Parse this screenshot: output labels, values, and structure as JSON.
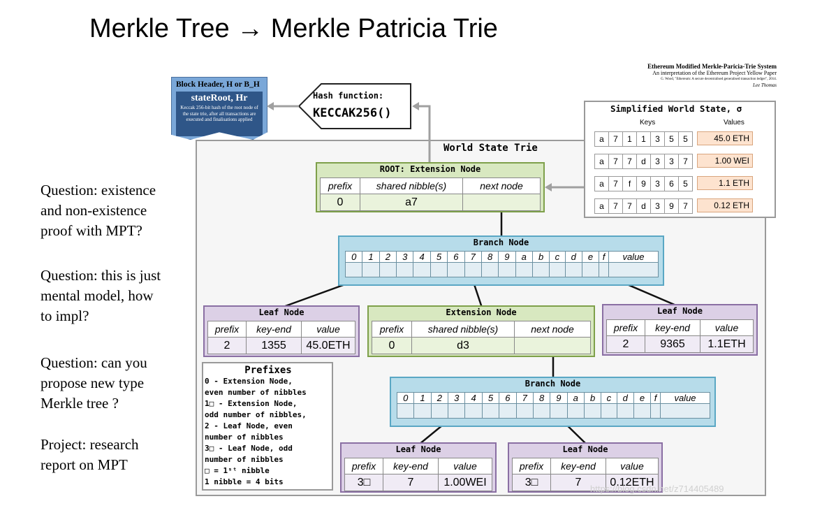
{
  "title": "Merkle Tree → Merkle Patricia Trie",
  "questions": [
    "Question: existence\nand non-existence\nproof with MPT?",
    "Question: this is just\nmental model, how\nto impl?",
    "Question: can you\npropose new type\nMerkle tree ?",
    "Project: research\nreport on MPT"
  ],
  "header": {
    "system_title": "Ethereum Modified Merkle-Paricia-Trie System",
    "subtitle": "An interpretation of the Ethereum Project Yellow Paper",
    "citation": "G. Wood, \"Ethereum: A secure decentralised generalised transaction ledger\", 2014.",
    "author": "Lee Thomas"
  },
  "block_header": {
    "label": "Block Header, H or B_H",
    "state_root": "stateRoot, Hr",
    "description": "Keccak 256-bit hash of the root node of the state trie, after all transactions are executed and finalisations applied"
  },
  "hash_function": {
    "label": "Hash function:",
    "name": "KECCAK256()"
  },
  "world_state_trie_title": "World State Trie",
  "simplified_world_state": {
    "title": "Simplified World State, σ",
    "keys_label": "Keys",
    "values_label": "Values",
    "rows": [
      {
        "key": [
          "a",
          "7",
          "1",
          "1",
          "3",
          "5",
          "5"
        ],
        "value": "45.0 ETH"
      },
      {
        "key": [
          "a",
          "7",
          "7",
          "d",
          "3",
          "3",
          "7"
        ],
        "value": "1.00 WEI"
      },
      {
        "key": [
          "a",
          "7",
          "f",
          "9",
          "3",
          "6",
          "5"
        ],
        "value": "1.1 ETH"
      },
      {
        "key": [
          "a",
          "7",
          "7",
          "d",
          "3",
          "9",
          "7"
        ],
        "value": "0.12 ETH"
      }
    ]
  },
  "root_node": {
    "title": "ROOT: Extension Node",
    "headers": [
      "prefix",
      "shared nibble(s)",
      "next node"
    ],
    "values": [
      "0",
      "a7",
      ""
    ]
  },
  "branch_node_1": {
    "title": "Branch Node",
    "labels": [
      "0",
      "1",
      "2",
      "3",
      "4",
      "5",
      "6",
      "7",
      "8",
      "9",
      "a",
      "b",
      "c",
      "d",
      "e",
      "f",
      "value"
    ]
  },
  "leaf_left": {
    "title": "Leaf Node",
    "headers": [
      "prefix",
      "key-end",
      "value"
    ],
    "values": [
      "2",
      "1355",
      "45.0ETH"
    ]
  },
  "extension_mid": {
    "title": "Extension Node",
    "headers": [
      "prefix",
      "shared nibble(s)",
      "next node"
    ],
    "values": [
      "0",
      "d3",
      ""
    ]
  },
  "leaf_right": {
    "title": "Leaf Node",
    "headers": [
      "prefix",
      "key-end",
      "value"
    ],
    "values": [
      "2",
      "9365",
      "1.1ETH"
    ]
  },
  "branch_node_2": {
    "title": "Branch Node",
    "labels": [
      "0",
      "1",
      "2",
      "3",
      "4",
      "5",
      "6",
      "7",
      "8",
      "9",
      "a",
      "b",
      "c",
      "d",
      "e",
      "f",
      "value"
    ]
  },
  "leaf_bottom_left": {
    "title": "Leaf Node",
    "headers": [
      "prefix",
      "key-end",
      "value"
    ],
    "values": [
      "3□",
      "7",
      "1.00WEI"
    ]
  },
  "leaf_bottom_right": {
    "title": "Leaf Node",
    "headers": [
      "prefix",
      "key-end",
      "value"
    ],
    "values": [
      "3□",
      "7",
      "0.12ETH"
    ]
  },
  "prefixes": {
    "title": "Prefixes",
    "lines": [
      "0 - Extension Node,",
      "even number of nibbles",
      "1□ - Extension Node,",
      "odd number of nibbles,",
      "2 - Leaf Node, even",
      "number of nibbles",
      "3□ - Leaf Node, odd",
      "number of nibbles",
      "□ = 1ˢᵗ nibble",
      "1 nibble = 4 bits"
    ]
  },
  "watermark": "https://blog.csdn.net/z714405489",
  "colors": {
    "green_node": "#d8e8c0",
    "purple_node": "#dcd0e6",
    "blue_node": "#b7dcea",
    "value_cell": "#fde3cf",
    "block_header": "#7aa7d8"
  }
}
